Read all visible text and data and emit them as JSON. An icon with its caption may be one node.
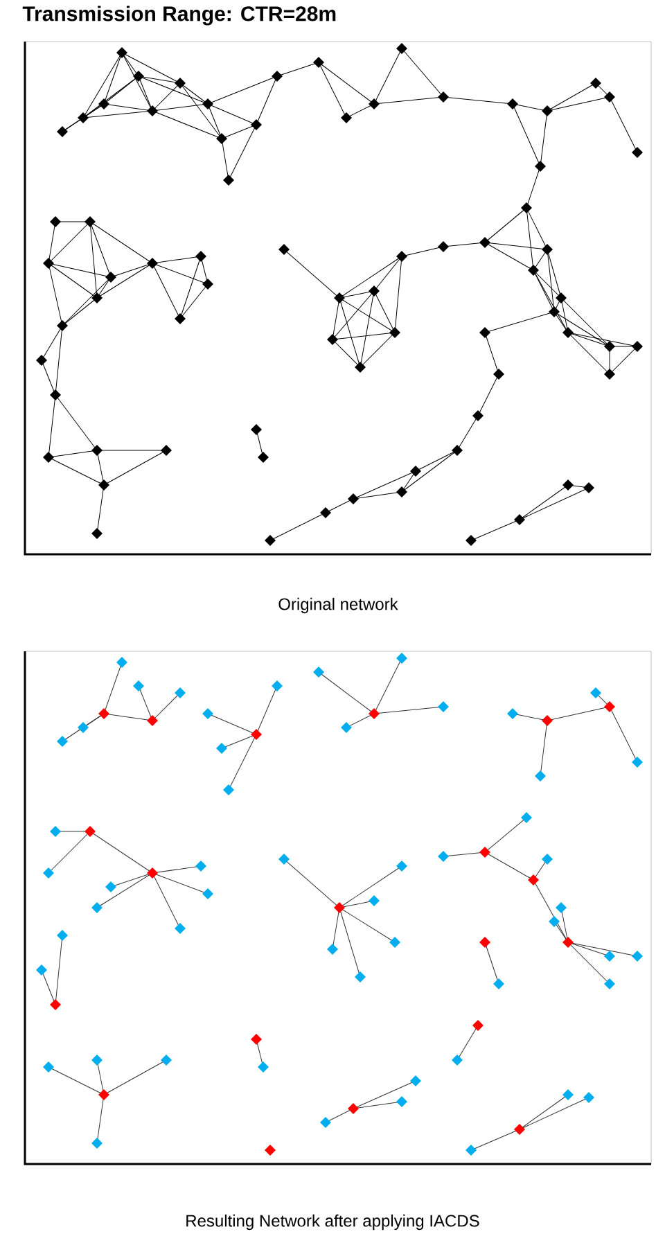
{
  "diagram": {
    "title": "Transmission Range: CTR=28m",
    "labels": [
      "Original network",
      "Resulting Network after applying IACDS"
    ]
  }
}
